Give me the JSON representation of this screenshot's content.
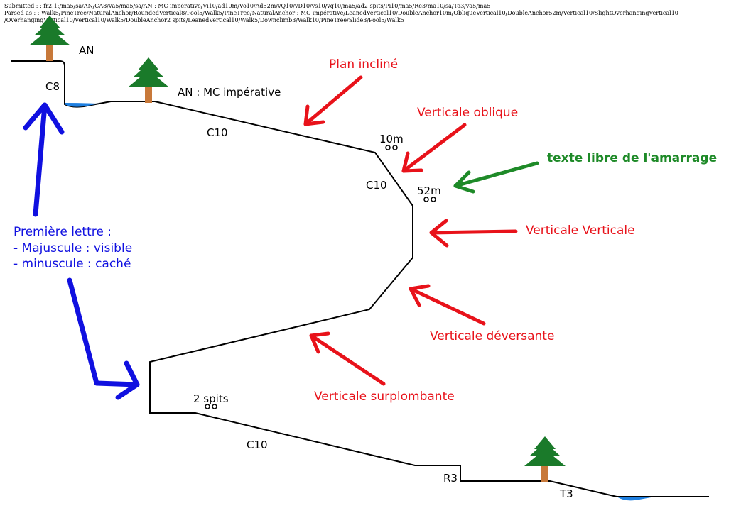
{
  "header": {
    "submitted": "Submitted : : fr2.1:/ma5/sa/AN/CA8/va5/ma5/sa/AN : MC impérative/Vi10/ad10m/Vo10/Ad52m/vQ10/vD10/vs10/vq10/ma5/ad2 spits/Pi10/ma5/Re3/ma10/sa/To3/va5/ma5",
    "parsed1": "Parsed as : : Walk5/PineTree/NaturalAnchor/RoundedVertical8/Pool5/Walk5/PineTree/NaturalAnchor : MC impérative/LeanedVertical10/DoubleAnchor10m/ObliqueVertical10/DoubleAnchor52m/Vertical10/SlightOverhangingVertical10",
    "parsed2": "/OverhangingVertical10/Vertical10/Walk5/DoubleAnchor2 spits/LeanedVertical10/Walk5/Downclimb3/Walk10/PineTree/Slide3/Pool5/Walk5"
  },
  "profile_labels": {
    "an_top": "AN",
    "c8": "C8",
    "an_mc": "AN : MC impérative",
    "c10_leaned": "C10",
    "anchor_10m": "10m",
    "c10_oblique": "C10",
    "anchor_52m": "52m",
    "anchor_2spits": "2 spits",
    "c10_bottom": "C10",
    "r3": "R3",
    "t3": "T3"
  },
  "annotations": {
    "plan_incline": "Plan incliné",
    "verticale_oblique": "Verticale oblique",
    "texte_libre": "texte libre de l'amarrage",
    "verticale_verticale": "Verticale Verticale",
    "verticale_deversante": "Verticale déversante",
    "verticale_surplombante": "Verticale surplombante",
    "premiere_lettre": "Première lettre :",
    "majuscule": "- Majuscule : visible",
    "minuscule": "- minuscule : caché"
  },
  "colors": {
    "red": "#e8121a",
    "green": "#1e8a28",
    "blue": "#1010e0",
    "tree_green": "#1a7a2a",
    "trunk": "#c8793a",
    "water": "#1e7fe0"
  },
  "icons": [
    "pine-tree-icon",
    "double-anchor-icon",
    "water-pool-icon",
    "arrow-icon"
  ]
}
